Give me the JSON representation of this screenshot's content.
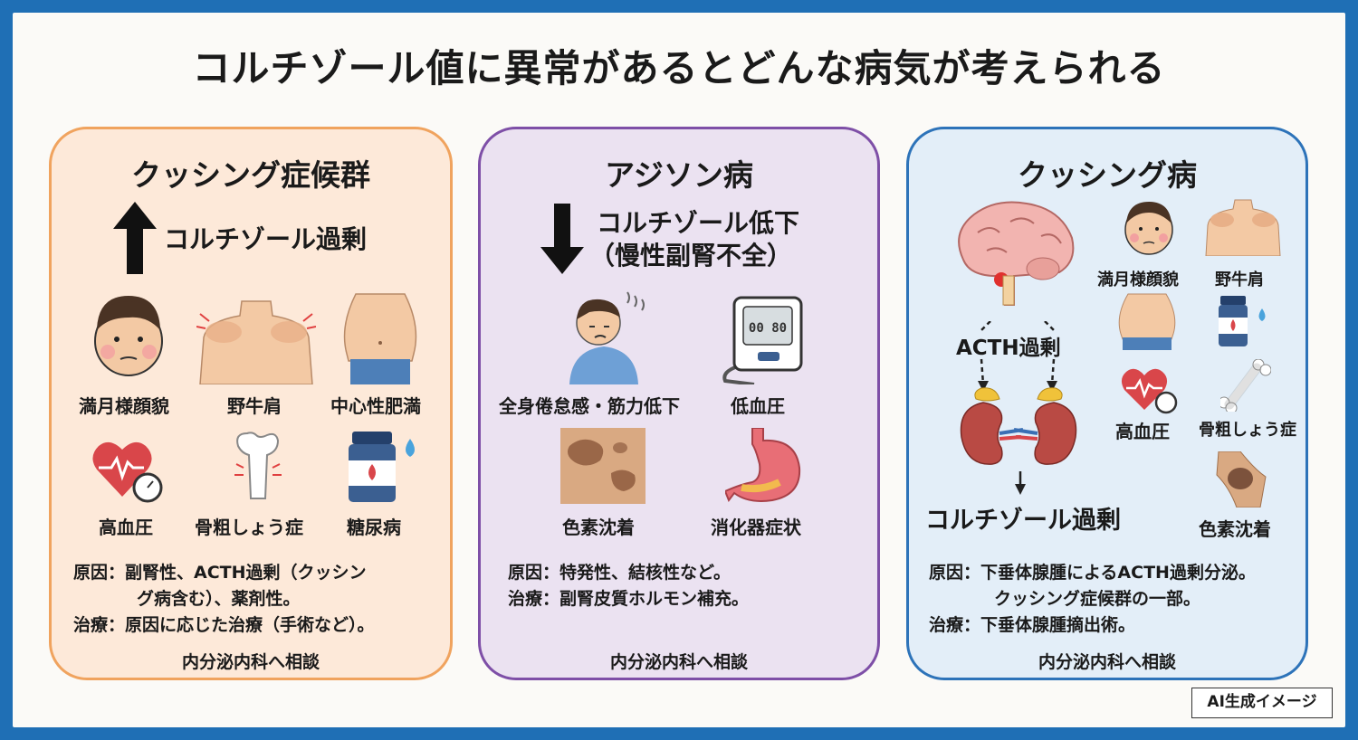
{
  "title": "コルチゾール値に異常があるとどんな病気が考えられる",
  "panels": [
    {
      "title": "クッシング症候群",
      "indicator": "コルチゾール過剰",
      "items": [
        "満月様顔貌",
        "野牛肩",
        "中心性肥満",
        "高血圧",
        "骨粗しょう症",
        "糖尿病"
      ],
      "cause_line1": "原因：副腎性、ACTH過剰（クッシン",
      "cause_line2": "グ病含む）、薬剤性。",
      "treatment": "治療：原因に応じた治療（手術など）。",
      "consult": "内分泌内科へ相談"
    },
    {
      "title": "アジソン病",
      "indicator_line1": "コルチゾール低下",
      "indicator_line2": "（慢性副腎不全）",
      "items": [
        "全身倦怠感・筋力低下",
        "低血圧",
        "色素沈着",
        "消化器症状"
      ],
      "cause": "原因：特発性、結核性など。",
      "treatment": "治療：副腎皮質ホルモン補充。",
      "consult": "内分泌内科へ相談",
      "monitor_reading": "00 80"
    },
    {
      "title": "クッシング病",
      "acth": "ACTH過剰",
      "cortisol": "コルチゾール過剰",
      "items": [
        "満月様顔貌",
        "野牛肩",
        "高血圧",
        "骨粗しょう症",
        "色素沈着"
      ],
      "cause_line1": "原因：下垂体腺腫によるACTH過剰分泌。",
      "cause_line2": "クッシング症候群の一部。",
      "treatment": "治療：下垂体腺腫摘出術。",
      "consult": "内分泌内科へ相談"
    }
  ],
  "badge": "AI生成イメージ",
  "colors": {
    "border": "#1f6fb5",
    "panel1_bg": "#fde9d9",
    "panel1_border": "#f0a35e",
    "panel2_bg": "#ebe2f1",
    "panel2_border": "#7e4fa7",
    "panel3_bg": "#e3eef8",
    "panel3_border": "#2d73b9",
    "skin": "#f3c9a4",
    "heart": "#d9464a",
    "kidney": "#b94a44",
    "adrenal": "#f0c23a"
  }
}
